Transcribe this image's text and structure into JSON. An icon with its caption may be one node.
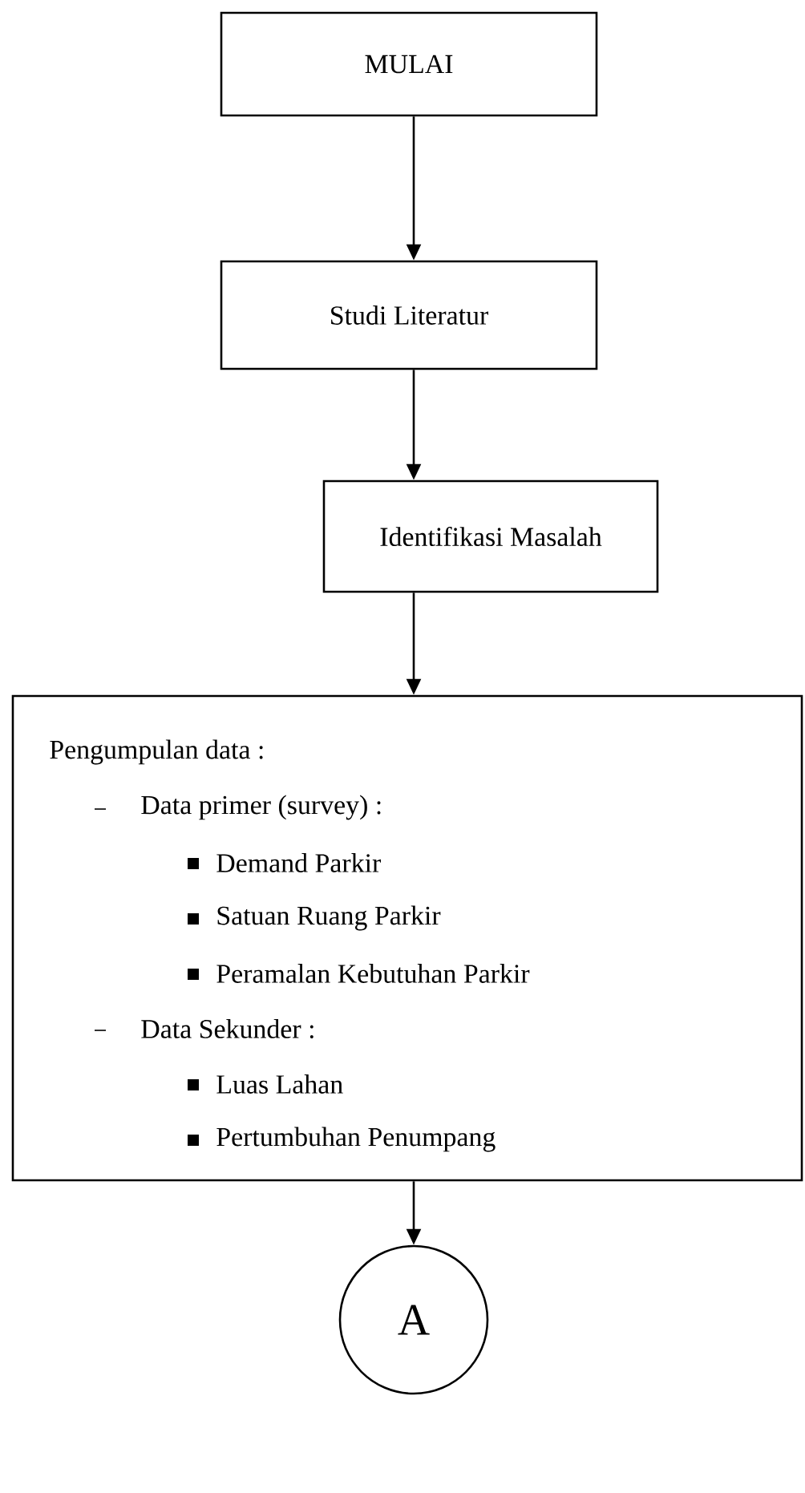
{
  "diagram": {
    "nodes": [
      {
        "text": [
          "MULAI"
        ]
      },
      {
        "text": [
          "Studi Literatur"
        ]
      },
      {
        "text": [
          "Identifikasi Masalah"
        ]
      },
      {
        "text": [
          "Pengumpulan data :",
          "Data primer (survey) :",
          "Demand Parkir",
          "Satuan Ruang Parkir",
          "Peramalan Kebutuhan Parkir",
          "Data Sekunder :",
          "Luas Lahan",
          "Pertumbuhan Penumpang"
        ]
      },
      {
        "text": [
          "A"
        ]
      }
    ],
    "edges": [
      {
        "from": 0,
        "to": 1,
        "arrow": "to"
      },
      {
        "from": 1,
        "to": 2,
        "arrow": "to"
      },
      {
        "from": 2,
        "to": 3,
        "arrow": "to"
      },
      {
        "from": 3,
        "to": 4,
        "arrow": "to"
      }
    ]
  }
}
